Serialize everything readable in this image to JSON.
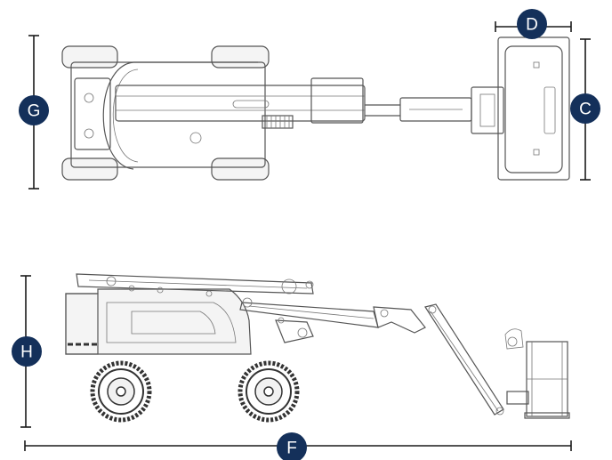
{
  "badge_color": "#14305a",
  "labels": {
    "G": "G",
    "D": "D",
    "C": "C",
    "H": "H",
    "F": "F"
  },
  "views": [
    "top-view",
    "side-view"
  ]
}
